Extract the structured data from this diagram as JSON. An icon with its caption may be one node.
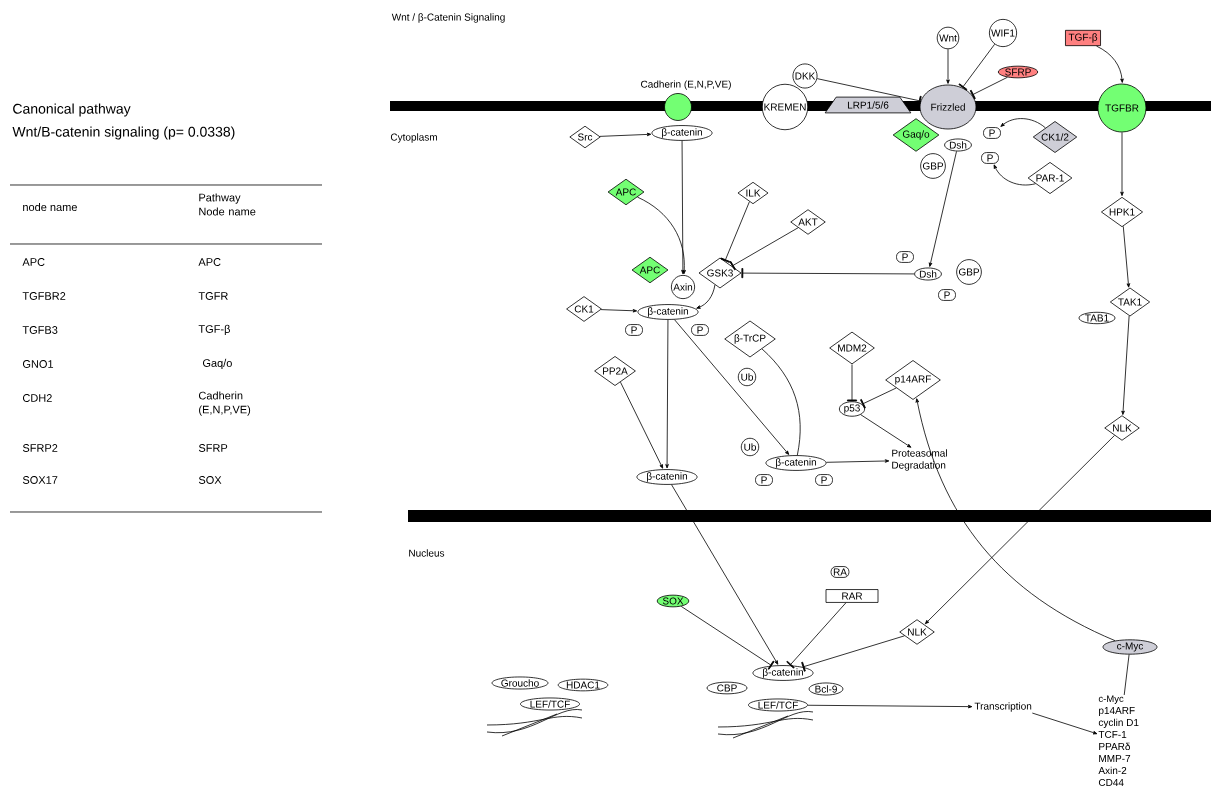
{
  "diagram": {
    "title": "Wnt / β-Catenin Signaling",
    "nodes": [
      {
        "text": [
          "Cadherin (E,N,P,VE)"
        ]
      },
      {
        "text": [
          "β-catenin"
        ]
      },
      {
        "text": [
          "Src"
        ]
      },
      {
        "text": [
          "DKK"
        ]
      },
      {
        "text": [
          "KREMEN"
        ]
      },
      {
        "text": [
          "LRP1/5/6"
        ]
      },
      {
        "text": [
          "Frizzled"
        ]
      },
      {
        "text": [
          "Wnt"
        ]
      },
      {
        "text": [
          "WIF1"
        ]
      },
      {
        "text": [
          "SFRP"
        ]
      },
      {
        "text": [
          "TGF-β"
        ]
      },
      {
        "text": [
          "TGFBR"
        ]
      },
      {
        "text": [
          "Gaq/o"
        ]
      },
      {
        "text": [
          "Dsh"
        ]
      },
      {
        "text": [
          "P"
        ]
      },
      {
        "text": [
          "P"
        ]
      },
      {
        "text": [
          "GBP"
        ]
      },
      {
        "text": [
          "CK1/2"
        ]
      },
      {
        "text": [
          "PAR-1"
        ]
      },
      {
        "text": [
          "APC"
        ]
      },
      {
        "text": [
          "ILK"
        ]
      },
      {
        "text": [
          "AKT"
        ]
      },
      {
        "text": [
          "APC"
        ]
      },
      {
        "text": [
          "Axin"
        ]
      },
      {
        "text": [
          "GSK3"
        ]
      },
      {
        "text": [
          "P"
        ]
      },
      {
        "text": [
          "Dsh"
        ]
      },
      {
        "text": [
          "GBP"
        ]
      },
      {
        "text": [
          "P"
        ]
      },
      {
        "text": [
          "HPK1"
        ]
      },
      {
        "text": [
          "TAK1"
        ]
      },
      {
        "text": [
          "TAB1"
        ]
      },
      {
        "text": [
          "CK1"
        ]
      },
      {
        "text": [
          "β-catenin"
        ]
      },
      {
        "text": [
          "P"
        ]
      },
      {
        "text": [
          "P"
        ]
      },
      {
        "text": [
          "β-TrCP"
        ]
      },
      {
        "text": [
          "Ub"
        ]
      },
      {
        "text": [
          "PP2A"
        ]
      },
      {
        "text": [
          "MDM2"
        ]
      },
      {
        "text": [
          "p14ARF"
        ]
      },
      {
        "text": [
          "p53"
        ]
      },
      {
        "text": [
          "Ub"
        ]
      },
      {
        "text": [
          "β-catenin"
        ]
      },
      {
        "text": [
          "P"
        ]
      },
      {
        "text": [
          "P"
        ]
      },
      {
        "text": [
          "Proteasomal Degradation"
        ]
      },
      {
        "text": [
          "β-catenin"
        ]
      },
      {
        "text": [
          "NLK"
        ]
      },
      {
        "text": [
          "SOX"
        ]
      },
      {
        "text": [
          "RA"
        ]
      },
      {
        "text": [
          "RAR"
        ]
      },
      {
        "text": [
          "NLK"
        ]
      },
      {
        "text": [
          "c-Myc"
        ]
      },
      {
        "text": [
          "β-catenin"
        ]
      },
      {
        "text": [
          "CBP"
        ]
      },
      {
        "text": [
          "Bcl-9"
        ]
      },
      {
        "text": [
          "LEF/TCF"
        ]
      },
      {
        "text": [
          "Groucho"
        ]
      },
      {
        "text": [
          "HDAC1"
        ]
      },
      {
        "text": [
          "LEF/TCF"
        ]
      },
      {
        "text": [
          "Transcription"
        ]
      },
      {
        "text": [
          "c-Myc",
          "p14ARF",
          "cyclin D1",
          "TCF-1",
          "PPARδ",
          "MMP-7",
          "Axin-2",
          "CD44"
        ]
      }
    ],
    "edges": [
      {
        "from": 2,
        "to": 1,
        "arrow": "to"
      },
      {
        "from": 1,
        "to": 23,
        "arrow": "to"
      },
      {
        "from": 19,
        "to": 23,
        "arrow": "to"
      },
      {
        "from": 20,
        "to": 24,
        "arrow": "other"
      },
      {
        "from": 21,
        "to": 24,
        "arrow": "other"
      },
      {
        "from": 26,
        "to": 24,
        "arrow": "other"
      },
      {
        "from": 3,
        "to": 6,
        "arrow": "other"
      },
      {
        "from": 8,
        "to": 6,
        "arrow": "other"
      },
      {
        "from": 9,
        "to": 6,
        "arrow": "other"
      },
      {
        "from": 7,
        "to": 6,
        "arrow": "to"
      },
      {
        "from": 10,
        "to": 11,
        "arrow": "to"
      },
      {
        "from": 11,
        "to": 29,
        "arrow": "to"
      },
      {
        "from": 29,
        "to": 30,
        "arrow": "to"
      },
      {
        "from": 30,
        "to": 48,
        "arrow": "to"
      },
      {
        "from": 17,
        "to": 14,
        "arrow": "to"
      },
      {
        "from": 18,
        "to": 15,
        "arrow": "to"
      },
      {
        "from": 13,
        "to": 26,
        "arrow": "to"
      },
      {
        "from": 24,
        "to": 33,
        "arrow": "to"
      },
      {
        "from": 32,
        "to": 33,
        "arrow": "to"
      },
      {
        "from": 33,
        "to": 47,
        "arrow": "to"
      },
      {
        "from": 38,
        "to": 47,
        "arrow": "to"
      },
      {
        "from": 33,
        "to": 43,
        "arrow": "to"
      },
      {
        "from": 36,
        "to": 43,
        "arrow": "none"
      },
      {
        "from": 39,
        "to": 41,
        "arrow": "other"
      },
      {
        "from": 40,
        "to": 41,
        "arrow": "other"
      },
      {
        "from": 41,
        "to": 46,
        "arrow": "to"
      },
      {
        "from": 43,
        "to": 46,
        "arrow": "to"
      },
      {
        "from": 48,
        "to": 52,
        "arrow": "to"
      },
      {
        "from": 47,
        "to": 54,
        "arrow": "to"
      },
      {
        "from": 49,
        "to": 54,
        "arrow": "other"
      },
      {
        "from": 51,
        "to": 54,
        "arrow": "other"
      },
      {
        "from": 52,
        "to": 54,
        "arrow": "other"
      },
      {
        "from": 53,
        "to": 40,
        "arrow": "to"
      },
      {
        "from": 53,
        "to": 62,
        "arrow": "none"
      },
      {
        "from": 57,
        "to": 61,
        "arrow": "to"
      },
      {
        "from": 61,
        "to": 62,
        "arrow": "to"
      }
    ],
    "labels": [
      "Canonical pathway",
      "Wnt/B-catenin signaling (p= 0.0338)",
      "Cytoplasm",
      "Nucleus",
      "node name",
      "Pathway Node name",
      "APC",
      "APC",
      "TGFBR2",
      "TGFR",
      "TGFB3",
      "TGF-β",
      "GNO1",
      "Gaq/o",
      "CDH2",
      "Cadherin (E,N,P,VE)",
      "SFRP2",
      "SFRP",
      "SOX17",
      "SOX"
    ]
  }
}
